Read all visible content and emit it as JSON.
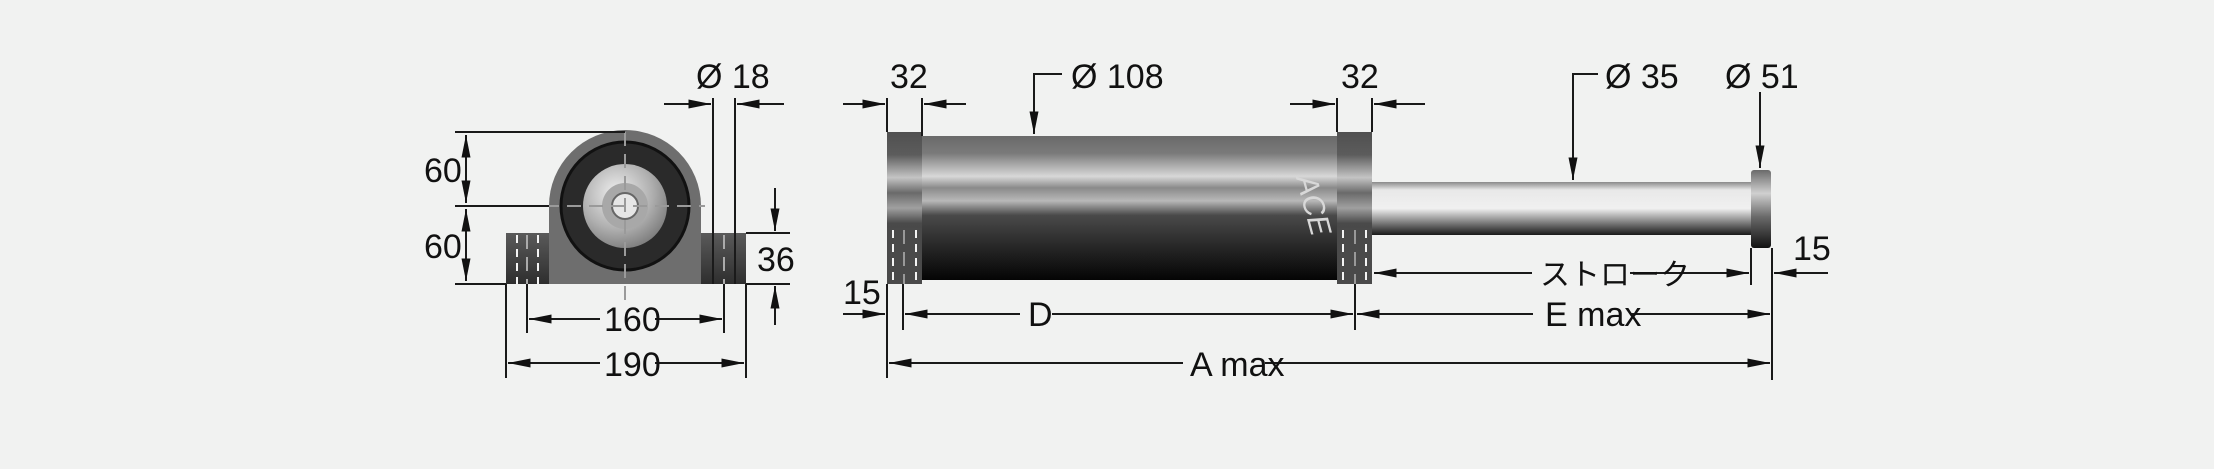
{
  "drawing": {
    "brand": "ACE",
    "background": "#f1f2f1",
    "side_view": {
      "labels": {
        "height_upper": "60",
        "height_lower": "60",
        "hole_dia": "Ø 18",
        "base_thickness": "36",
        "hole_spacing": "160",
        "base_width": "190"
      }
    },
    "front_view": {
      "labels": {
        "flange_left": "32",
        "body_dia": "Ø 108",
        "flange_right": "32",
        "rod_dia": "Ø 35",
        "cap_dia": "Ø 51",
        "left_offset": "15",
        "cap_thickness": "15",
        "stroke": "ストローク",
        "D": "D",
        "E_max": "E max",
        "A_max": "A max"
      }
    }
  }
}
